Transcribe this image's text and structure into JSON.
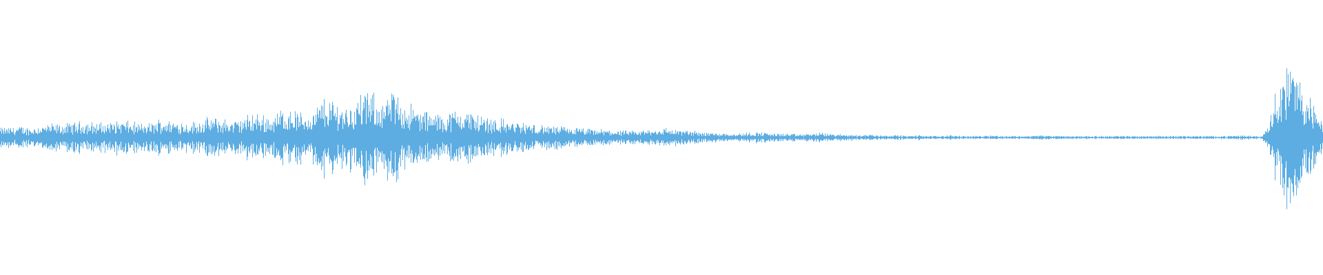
{
  "waveform": {
    "color": "#5dade2",
    "background": "#ffffff",
    "samples_per_segment": 48,
    "segments": [
      0.12,
      0.13,
      0.14,
      0.12,
      0.15,
      0.17,
      0.16,
      0.18,
      0.2,
      0.19,
      0.18,
      0.2,
      0.22,
      0.19,
      0.17,
      0.18,
      0.24,
      0.21,
      0.2,
      0.19,
      0.22,
      0.25,
      0.23,
      0.21,
      0.24,
      0.3,
      0.28,
      0.26,
      0.38,
      0.34,
      0.3,
      0.32,
      0.5,
      0.46,
      0.4,
      0.42,
      0.58,
      0.52,
      0.46,
      0.6,
      0.44,
      0.38,
      0.32,
      0.3,
      0.28,
      0.34,
      0.36,
      0.3,
      0.26,
      0.24,
      0.22,
      0.2,
      0.18,
      0.16,
      0.15,
      0.14,
      0.13,
      0.12,
      0.11,
      0.1,
      0.1,
      0.09,
      0.08,
      0.08,
      0.1,
      0.11,
      0.12,
      0.1,
      0.09,
      0.08,
      0.07,
      0.06,
      0.06,
      0.05,
      0.06,
      0.07,
      0.06,
      0.05,
      0.05,
      0.04,
      0.05,
      0.06,
      0.05,
      0.04,
      0.04,
      0.03,
      0.04,
      0.03,
      0.03,
      0.03,
      0.02,
      0.03,
      0.02,
      0.02,
      0.03,
      0.02,
      0.02,
      0.02,
      0.03,
      0.02,
      0.02,
      0.02,
      0.02,
      0.03,
      0.02,
      0.02,
      0.02,
      0.02,
      0.02,
      0.02,
      0.02,
      0.02,
      0.02,
      0.02,
      0.02,
      0.02,
      0.02,
      0.02,
      0.02,
      0.02,
      0.02,
      0.02,
      0.02,
      0.03,
      0.02,
      0.02,
      0.45,
      0.85,
      0.95,
      0.7,
      0.4,
      0.25
    ]
  }
}
